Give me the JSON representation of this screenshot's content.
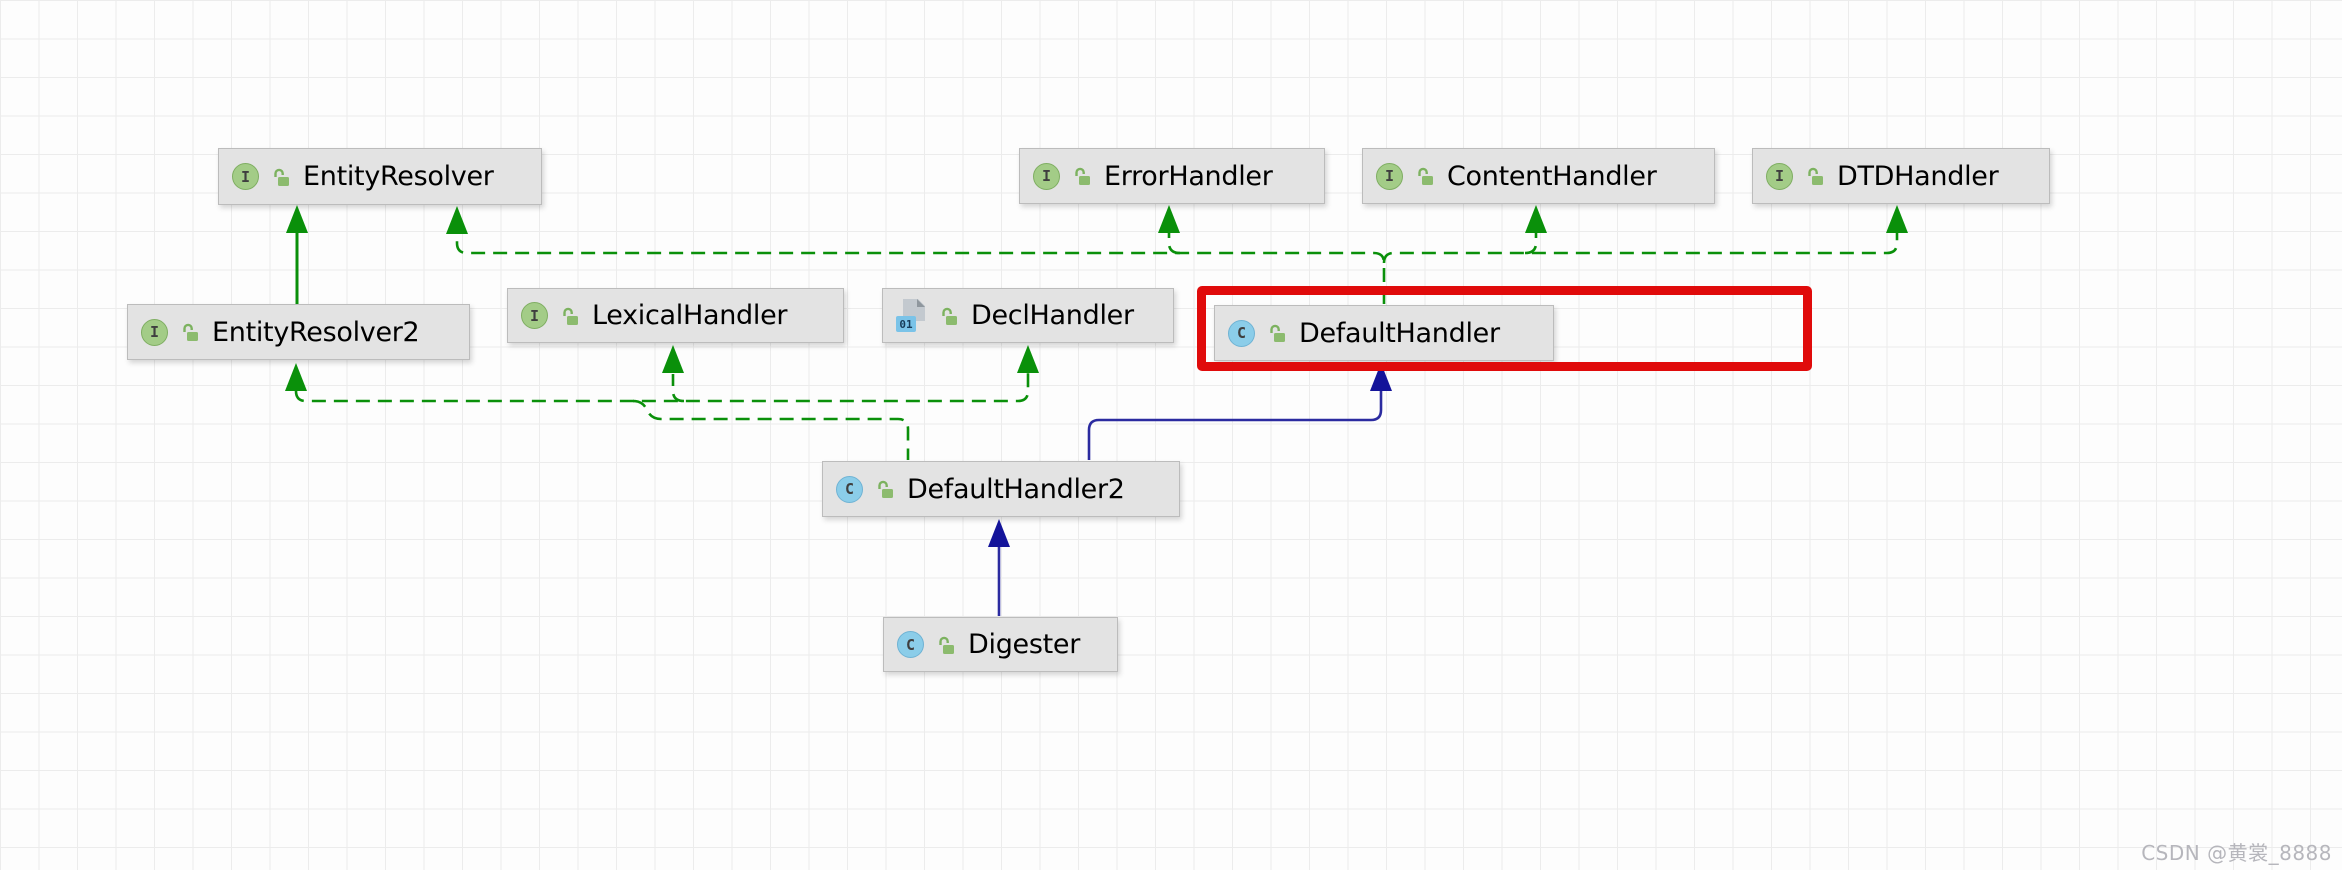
{
  "diagram": {
    "kind": "uml-class-diagram",
    "watermark": "CSDN @黄裳_8888"
  },
  "nodes": [
    {
      "label": "EntityResolver",
      "kind": "interface",
      "icon_letter": "I"
    },
    {
      "label": "ErrorHandler",
      "kind": "interface",
      "icon_letter": "I"
    },
    {
      "label": "ContentHandler",
      "kind": "interface",
      "icon_letter": "I"
    },
    {
      "label": "DTDHandler",
      "kind": "interface",
      "icon_letter": "I"
    },
    {
      "label": "EntityResolver2",
      "kind": "interface",
      "icon_letter": "I"
    },
    {
      "label": "LexicalHandler",
      "kind": "interface",
      "icon_letter": "I"
    },
    {
      "label": "DeclHandler",
      "kind": "binary-class-file",
      "badge": "01"
    },
    {
      "label": "DefaultHandler",
      "kind": "class",
      "icon_letter": "C"
    },
    {
      "label": "DefaultHandler2",
      "kind": "class",
      "icon_letter": "C"
    },
    {
      "label": "Digester",
      "kind": "class",
      "icon_letter": "C"
    }
  ],
  "edges": [
    {
      "from": "EntityResolver2",
      "to": "EntityResolver",
      "type": "extends",
      "style": "solid-green"
    },
    {
      "from": "DefaultHandler",
      "to": "EntityResolver",
      "type": "implements",
      "style": "dashed-green"
    },
    {
      "from": "DefaultHandler",
      "to": "ErrorHandler",
      "type": "implements",
      "style": "dashed-green"
    },
    {
      "from": "DefaultHandler",
      "to": "ContentHandler",
      "type": "implements",
      "style": "dashed-green"
    },
    {
      "from": "DefaultHandler",
      "to": "DTDHandler",
      "type": "implements",
      "style": "dashed-green"
    },
    {
      "from": "DefaultHandler2",
      "to": "EntityResolver2",
      "type": "implements",
      "style": "dashed-green"
    },
    {
      "from": "DefaultHandler2",
      "to": "LexicalHandler",
      "type": "implements",
      "style": "dashed-green"
    },
    {
      "from": "DefaultHandler2",
      "to": "DeclHandler",
      "type": "implements",
      "style": "dashed-green"
    },
    {
      "from": "DefaultHandler2",
      "to": "DefaultHandler",
      "type": "extends",
      "style": "solid-blue"
    },
    {
      "from": "Digester",
      "to": "DefaultHandler2",
      "type": "extends",
      "style": "solid-blue"
    }
  ],
  "highlight": {
    "target": "DefaultHandler",
    "color": "#e00b0b"
  },
  "colors": {
    "green_edge": "#0a900a",
    "blue_edge": "#2b2ba0",
    "blue_arrow": "#14149a",
    "highlight_red": "#e00b0b",
    "node_background": "#e3e3e3",
    "node_border": "#bcbcbc",
    "grid_line": "#ececec"
  }
}
